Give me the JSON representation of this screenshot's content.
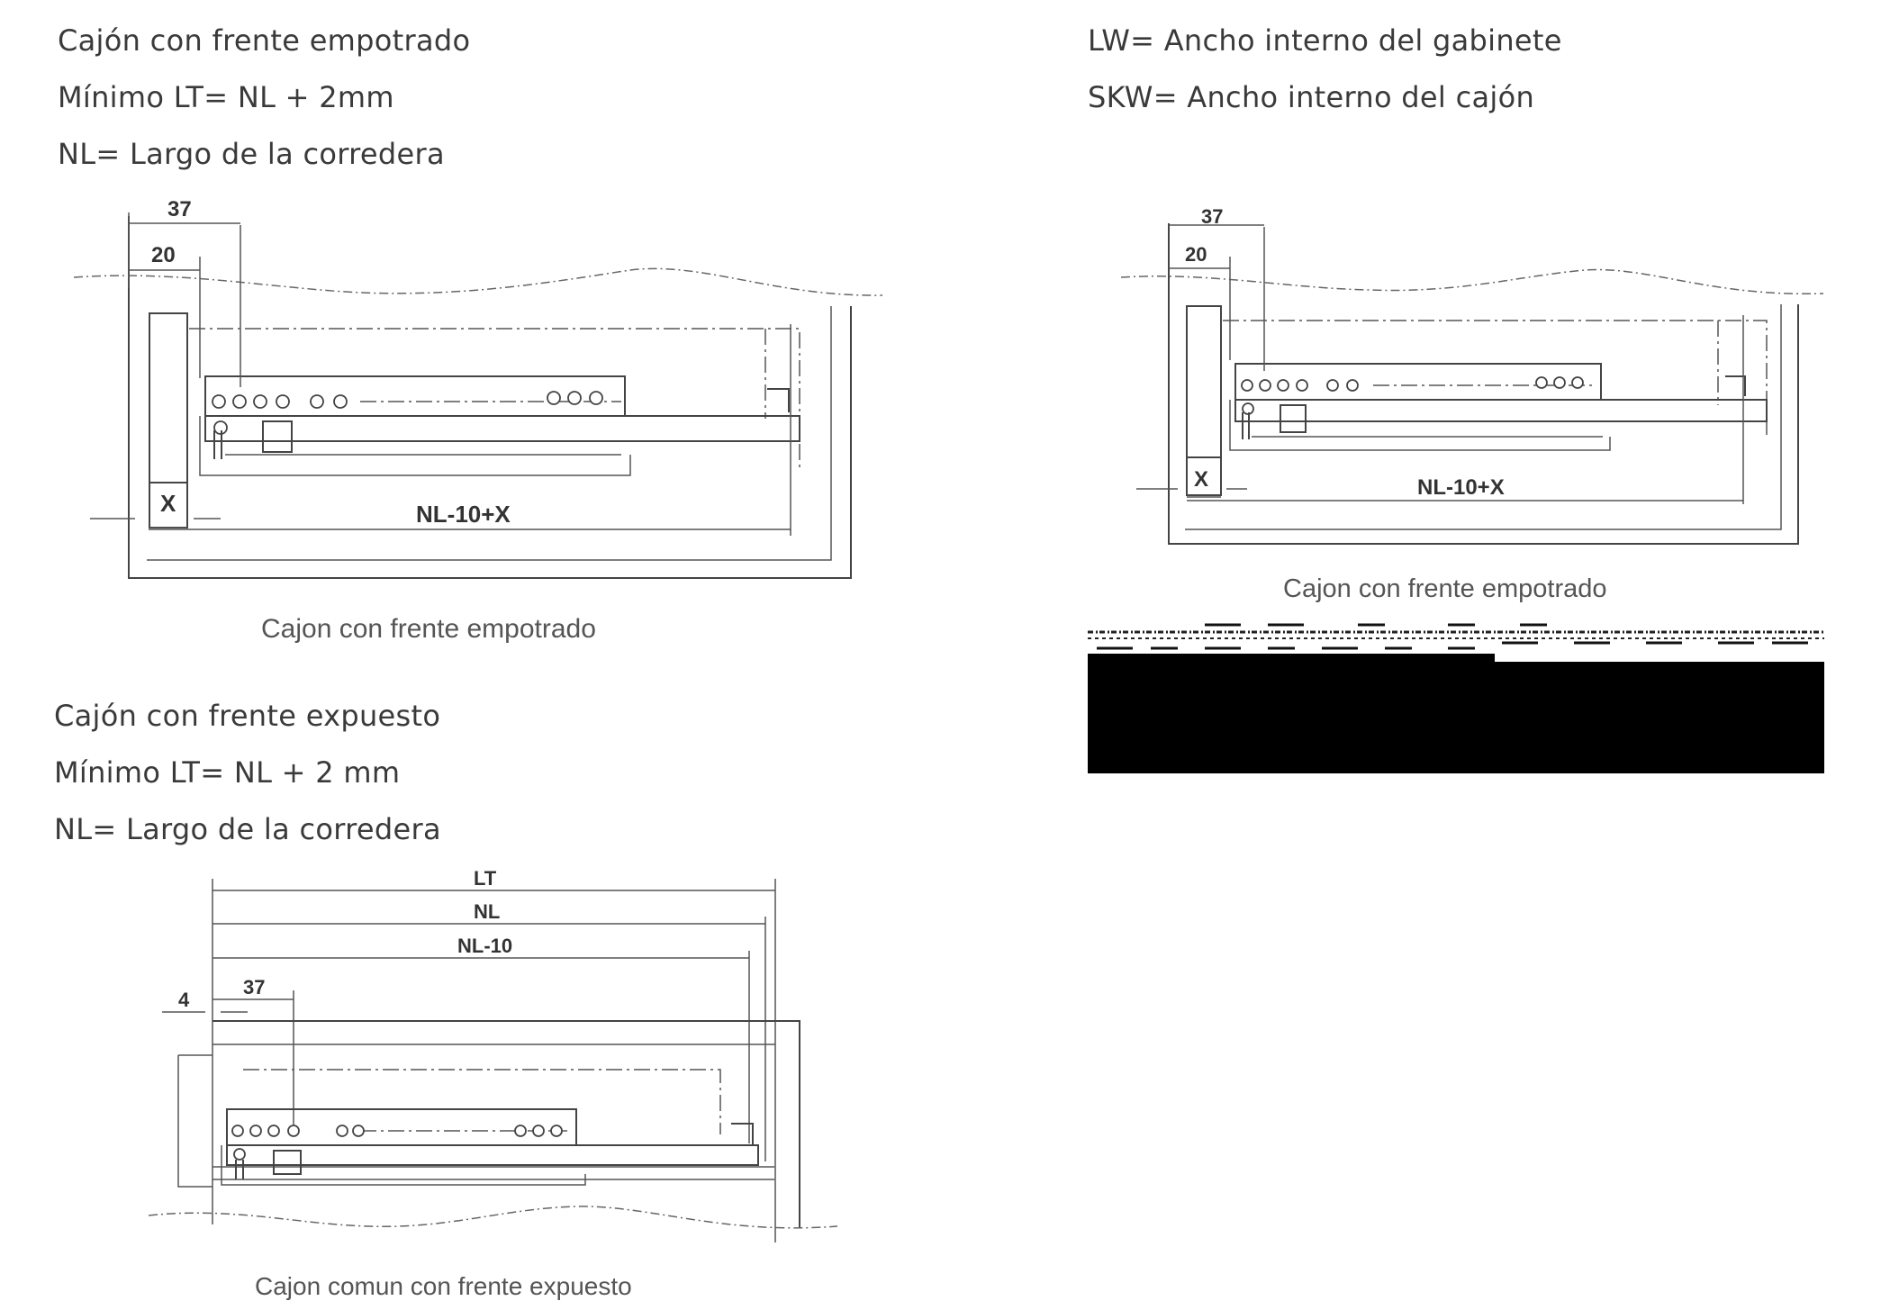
{
  "left_top": {
    "lines": [
      "Cajón con frente empotrado",
      "Mínimo LT= NL + 2mm",
      "NL= Largo de la corredera"
    ],
    "diagram": {
      "dim_37": "37",
      "dim_20": "20",
      "dim_x": "X",
      "dim_len": "NL-10+X"
    },
    "caption": "Cajon con frente empotrado"
  },
  "right_top": {
    "lines": [
      "LW= Ancho interno del gabinete",
      "SKW= Ancho interno del cajón"
    ],
    "diagram": {
      "dim_37": "37",
      "dim_20": "20",
      "dim_x": "X",
      "dim_len": "NL-10+X"
    },
    "caption": "Cajon con frente empotrado",
    "colors": {
      "redaction_block": "#000000"
    }
  },
  "left_bottom": {
    "lines": [
      "Cajón con frente expuesto",
      "Mínimo LT= NL + 2 mm",
      "NL= Largo de la corredera"
    ],
    "diagram": {
      "dim_lt": "LT",
      "dim_nl": "NL",
      "dim_nl10": "NL-10",
      "dim_37": "37",
      "dim_4": "4"
    },
    "caption": "Cajon comun con frente expuesto"
  }
}
